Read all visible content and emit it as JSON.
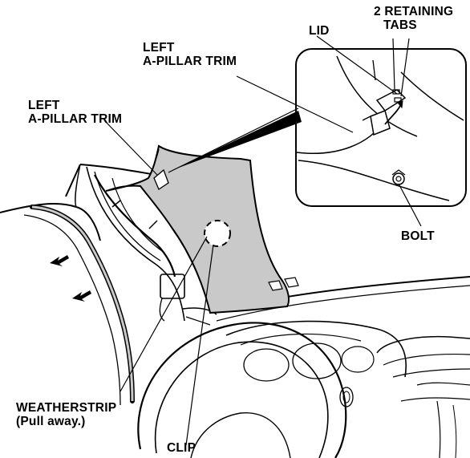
{
  "labels": {
    "lid": "LID",
    "retaining_tabs_line1": "2 RETAINING",
    "retaining_tabs_line2": "TABS",
    "trim_inset_line1": "LEFT",
    "trim_inset_line2": "A-PILLAR TRIM",
    "trim_main_line1": "LEFT",
    "trim_main_line2": "A-PILLAR TRIM",
    "bolt": "BOLT",
    "weatherstrip_line1": "WEATHERSTRIP",
    "weatherstrip_line2": "(Pull away.)",
    "clip": "CLIP"
  },
  "colors": {
    "trim_fill": "#c9c9c9",
    "line": "#000000",
    "background": "#ffffff"
  }
}
